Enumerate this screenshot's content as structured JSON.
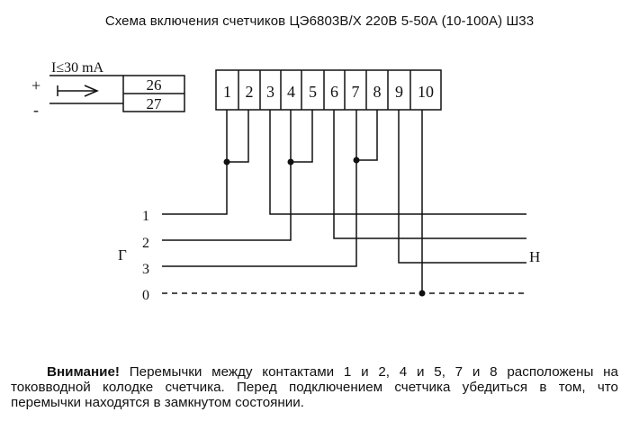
{
  "title": "Схема включения счетчиков  ЦЭ6803В/Х 220В 5-50А (10-100А) Ш33",
  "pulse_output": {
    "current_label": "I≤30 mA",
    "plus_sign": "+",
    "minus_sign": "-",
    "terminals": [
      "26",
      "27"
    ]
  },
  "terminal_block": {
    "terminals": [
      "1",
      "2",
      "3",
      "4",
      "5",
      "6",
      "7",
      "8",
      "9",
      "10"
    ]
  },
  "lines": {
    "generator_label": "Г",
    "load_label": "Н",
    "phase_labels": [
      "1",
      "2",
      "3",
      "0"
    ]
  },
  "note": {
    "heading": "Внимание!",
    "text": " Перемычки между контактами 1 и 2, 4 и 5, 7 и 8 расположены на токовводной колодке счетчика. Перед подключением счетчика убедиться в том, что перемычки находятся в замкнутом состоянии."
  },
  "colors": {
    "ink": "#111111",
    "background": "#ffffff"
  }
}
